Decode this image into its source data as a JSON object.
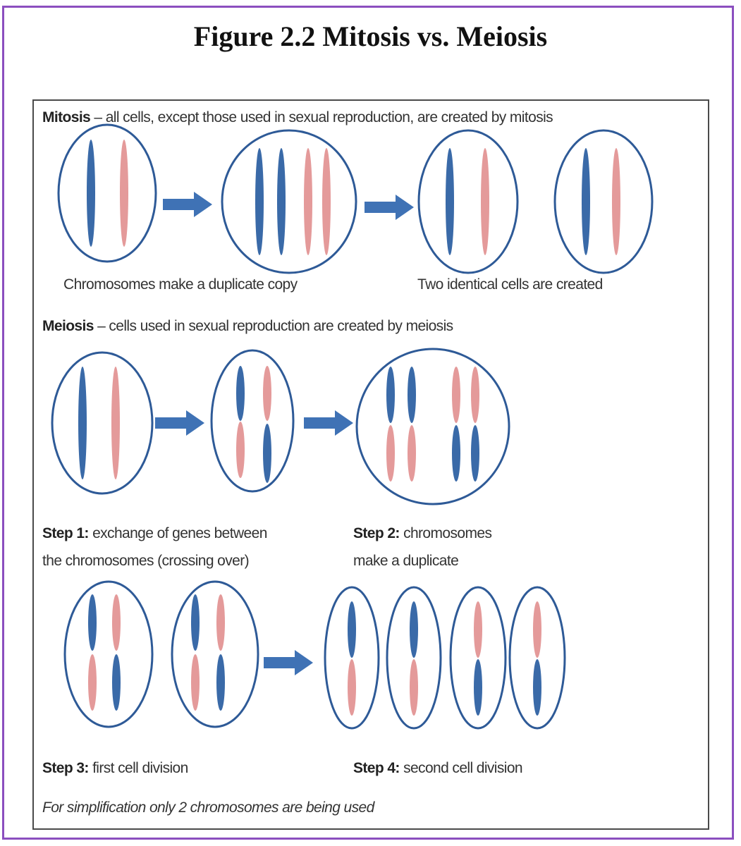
{
  "title": "Figure 2.2 Mitosis vs. Meiosis",
  "mitosis": {
    "term": "Mitosis",
    "description": " – all cells, except those used in sexual reproduction,  are created by mitosis",
    "caption_left": "Chromosomes make a duplicate copy",
    "caption_right": "Two identical cells are created"
  },
  "meiosis": {
    "term": "Meiosis",
    "description": " – cells used in sexual reproduction  are created by meiosis",
    "step1_label": "Step 1:",
    "step1_text_a": " exchange of genes between",
    "step1_text_b": "the chromosomes (crossing over)",
    "step2_label": "Step 2:",
    "step2_text_a": " chromosomes",
    "step2_text_b": "make a duplicate",
    "step3_label": "Step 3:",
    "step3_text": " first cell division",
    "step4_label": "Step 4:",
    "step4_text": " second cell division"
  },
  "footnote": "For simplification only 2 chromosomes are being used",
  "colors": {
    "blue_chromosome": "#3a6aa8",
    "pink_chromosome": "#e49a9a",
    "cell_outline": "#2e5a97",
    "arrow": "#3f72b5",
    "frame": "#8b4fbf"
  }
}
